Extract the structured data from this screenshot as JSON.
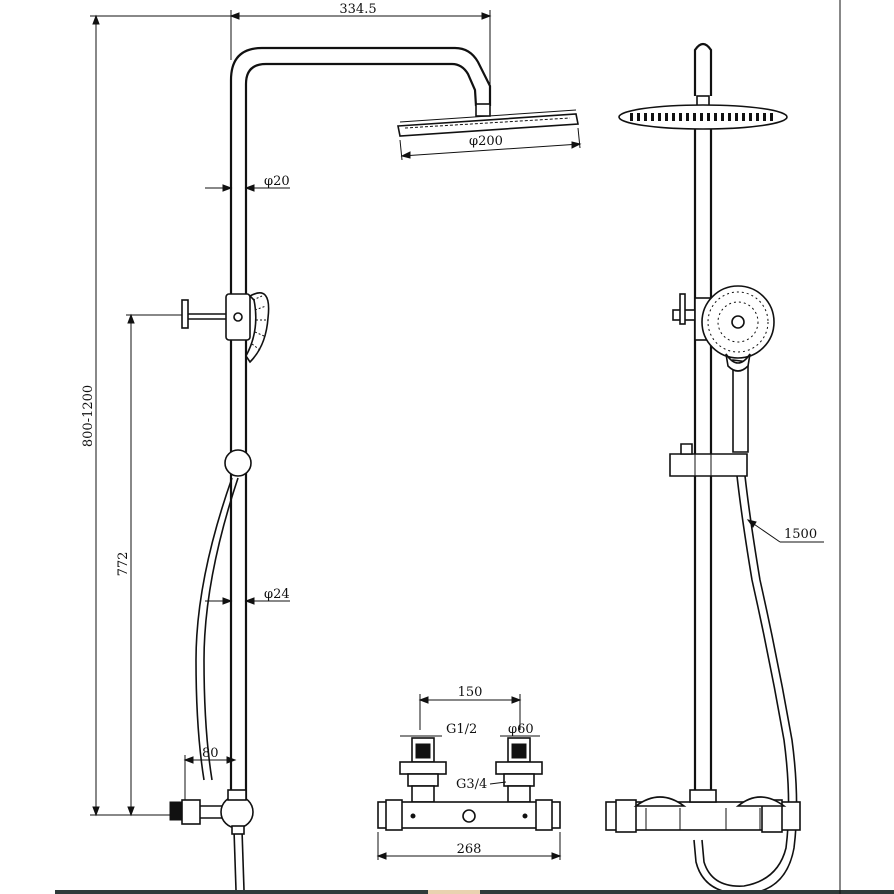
{
  "dimensions": {
    "arm_length": "334.5",
    "head_diameter": "φ200",
    "riser_diameter": "φ20",
    "lower_pipe_diameter": "φ24",
    "total_height": "800-1200",
    "outlet_height": "772",
    "wall_offset": "80",
    "hose_length": "1500",
    "inlet_spacing": "150",
    "inlet_thread": "G1/2",
    "escutcheon_diameter": "φ60",
    "outlet_thread": "G3/4",
    "mixer_width": "268"
  },
  "colors": {
    "line": "#111111",
    "background": "#ffffff",
    "bottom_strip": "#2f3b3a",
    "bottom_strip_accent": "#e9d2b0"
  }
}
